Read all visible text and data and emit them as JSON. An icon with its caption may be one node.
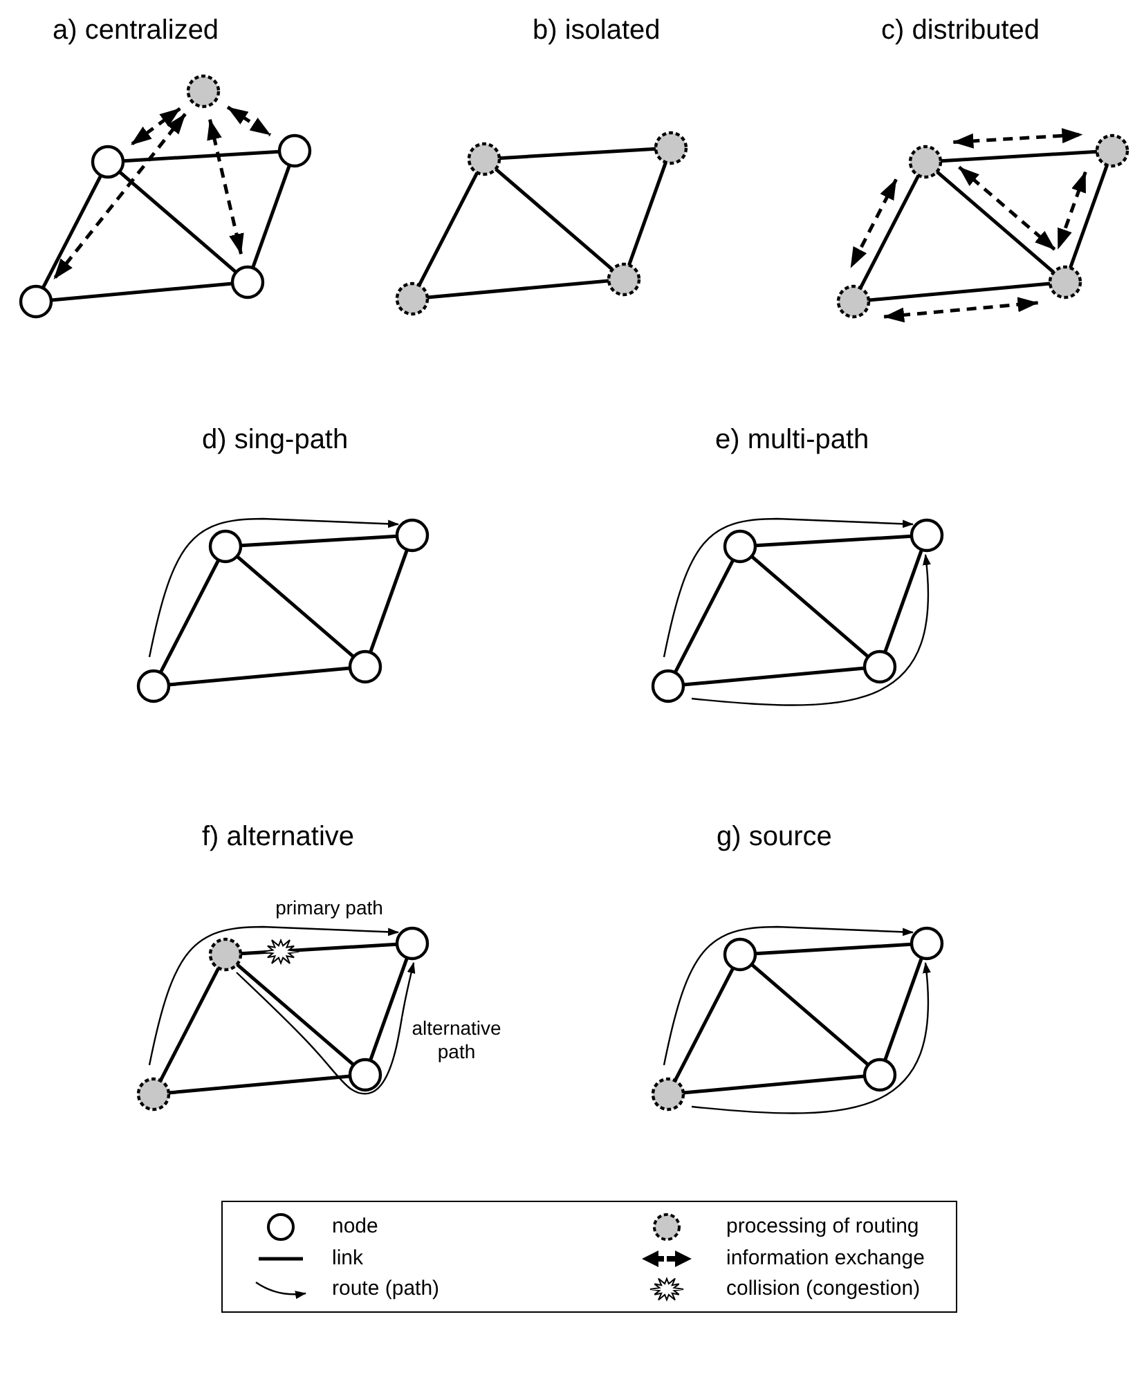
{
  "diagram": {
    "nodes": [
      {
        "text": [],
        "shape": "circle"
      },
      {
        "text": [],
        "shape": "circle"
      },
      {
        "text": [],
        "shape": "circle"
      },
      {
        "text": [],
        "shape": "circle"
      },
      {
        "text": [],
        "shape": "circle"
      },
      {
        "text": [],
        "shape": "circle"
      },
      {
        "text": [],
        "shape": "circle"
      },
      {
        "text": [],
        "shape": "circle"
      },
      {
        "text": [],
        "shape": "circle"
      },
      {
        "text": [],
        "shape": "circle"
      },
      {
        "text": [],
        "shape": "circle"
      },
      {
        "text": [],
        "shape": "circle"
      },
      {
        "text": [],
        "shape": "circle"
      },
      {
        "text": [],
        "shape": "circle"
      },
      {
        "text": [],
        "shape": "circle"
      },
      {
        "text": [],
        "shape": "circle"
      },
      {
        "text": [],
        "shape": "circle"
      },
      {
        "text": [],
        "shape": "circle"
      },
      {
        "text": [],
        "shape": "circle"
      },
      {
        "text": [],
        "shape": "circle"
      },
      {
        "text": [],
        "shape": "circle"
      },
      {
        "text": [],
        "shape": "circle"
      },
      {
        "text": [],
        "shape": "circle"
      },
      {
        "text": [],
        "shape": "circle"
      },
      {
        "text": [],
        "shape": "circle"
      },
      {
        "text": [],
        "shape": "circle"
      },
      {
        "text": [],
        "shape": "circle"
      },
      {
        "text": [],
        "shape": "circle"
      },
      {
        "text": [],
        "shape": "circle"
      }
    ],
    "edges": [
      {
        "from": 1,
        "to": 2,
        "arrow": "none"
      },
      {
        "from": 1,
        "to": 3,
        "arrow": "none"
      },
      {
        "from": 1,
        "to": 4,
        "arrow": "none"
      },
      {
        "from": 2,
        "to": 4,
        "arrow": "none"
      },
      {
        "from": 3,
        "to": 4,
        "arrow": "none"
      },
      {
        "from": 0,
        "to": 1,
        "arrow": "both",
        "style": "dashed"
      },
      {
        "from": 0,
        "to": 2,
        "arrow": "both",
        "style": "dashed"
      },
      {
        "from": 0,
        "to": 3,
        "arrow": "both",
        "style": "dashed"
      },
      {
        "from": 0,
        "to": 4,
        "arrow": "both",
        "style": "dashed"
      },
      {
        "from": 5,
        "to": 6,
        "arrow": "none"
      },
      {
        "from": 5,
        "to": 7,
        "arrow": "none"
      },
      {
        "from": 5,
        "to": 8,
        "arrow": "none"
      },
      {
        "from": 6,
        "to": 8,
        "arrow": "none"
      },
      {
        "from": 7,
        "to": 8,
        "arrow": "none"
      },
      {
        "from": 9,
        "to": 10,
        "arrow": "none"
      },
      {
        "from": 9,
        "to": 11,
        "arrow": "none"
      },
      {
        "from": 9,
        "to": 12,
        "arrow": "none"
      },
      {
        "from": 10,
        "to": 12,
        "arrow": "none"
      },
      {
        "from": 11,
        "to": 12,
        "arrow": "none"
      },
      {
        "from": 9,
        "to": 10,
        "arrow": "both",
        "style": "dashed"
      },
      {
        "from": 9,
        "to": 11,
        "arrow": "both",
        "style": "dashed"
      },
      {
        "from": 9,
        "to": 12,
        "arrow": "both",
        "style": "dashed"
      },
      {
        "from": 10,
        "to": 12,
        "arrow": "both",
        "style": "dashed"
      },
      {
        "from": 11,
        "to": 12,
        "arrow": "both",
        "style": "dashed"
      },
      {
        "from": 13,
        "to": 14,
        "arrow": "none"
      },
      {
        "from": 13,
        "to": 15,
        "arrow": "none"
      },
      {
        "from": 13,
        "to": 16,
        "arrow": "none"
      },
      {
        "from": 14,
        "to": 16,
        "arrow": "none"
      },
      {
        "from": 15,
        "to": 16,
        "arrow": "none"
      },
      {
        "from": 15,
        "to": 14,
        "arrow": "to"
      },
      {
        "from": 17,
        "to": 18,
        "arrow": "none"
      },
      {
        "from": 17,
        "to": 19,
        "arrow": "none"
      },
      {
        "from": 17,
        "to": 20,
        "arrow": "none"
      },
      {
        "from": 18,
        "to": 20,
        "arrow": "none"
      },
      {
        "from": 19,
        "to": 20,
        "arrow": "none"
      },
      {
        "from": 19,
        "to": 18,
        "arrow": "to"
      },
      {
        "from": 19,
        "to": 18,
        "arrow": "to"
      },
      {
        "from": 21,
        "to": 22,
        "arrow": "none"
      },
      {
        "from": 21,
        "to": 23,
        "arrow": "none"
      },
      {
        "from": 21,
        "to": 24,
        "arrow": "none"
      },
      {
        "from": 22,
        "to": 24,
        "arrow": "none"
      },
      {
        "from": 23,
        "to": 24,
        "arrow": "none"
      },
      {
        "from": 23,
        "to": 22,
        "arrow": "to",
        "label": "primary path"
      },
      {
        "from": 21,
        "to": 22,
        "arrow": "to",
        "label": "alternative path"
      },
      {
        "from": 25,
        "to": 26,
        "arrow": "none"
      },
      {
        "from": 25,
        "to": 27,
        "arrow": "none"
      },
      {
        "from": 25,
        "to": 28,
        "arrow": "none"
      },
      {
        "from": 26,
        "to": 28,
        "arrow": "none"
      },
      {
        "from": 27,
        "to": 28,
        "arrow": "none"
      },
      {
        "from": 27,
        "to": 26,
        "arrow": "to"
      },
      {
        "from": 27,
        "to": 26,
        "arrow": "to"
      }
    ],
    "labels": [
      "a) centralized",
      "b) isolated",
      "c) distributed",
      "d) sing-path",
      "e) multi-path",
      "f) alternative",
      "g) source"
    ],
    "legend": [
      {
        "text": "node"
      },
      {
        "text": "link"
      },
      {
        "text": "route (path)"
      },
      {
        "text": "processing of routing"
      },
      {
        "text": "information exchange"
      },
      {
        "text": "collision (congestion)"
      }
    ]
  }
}
